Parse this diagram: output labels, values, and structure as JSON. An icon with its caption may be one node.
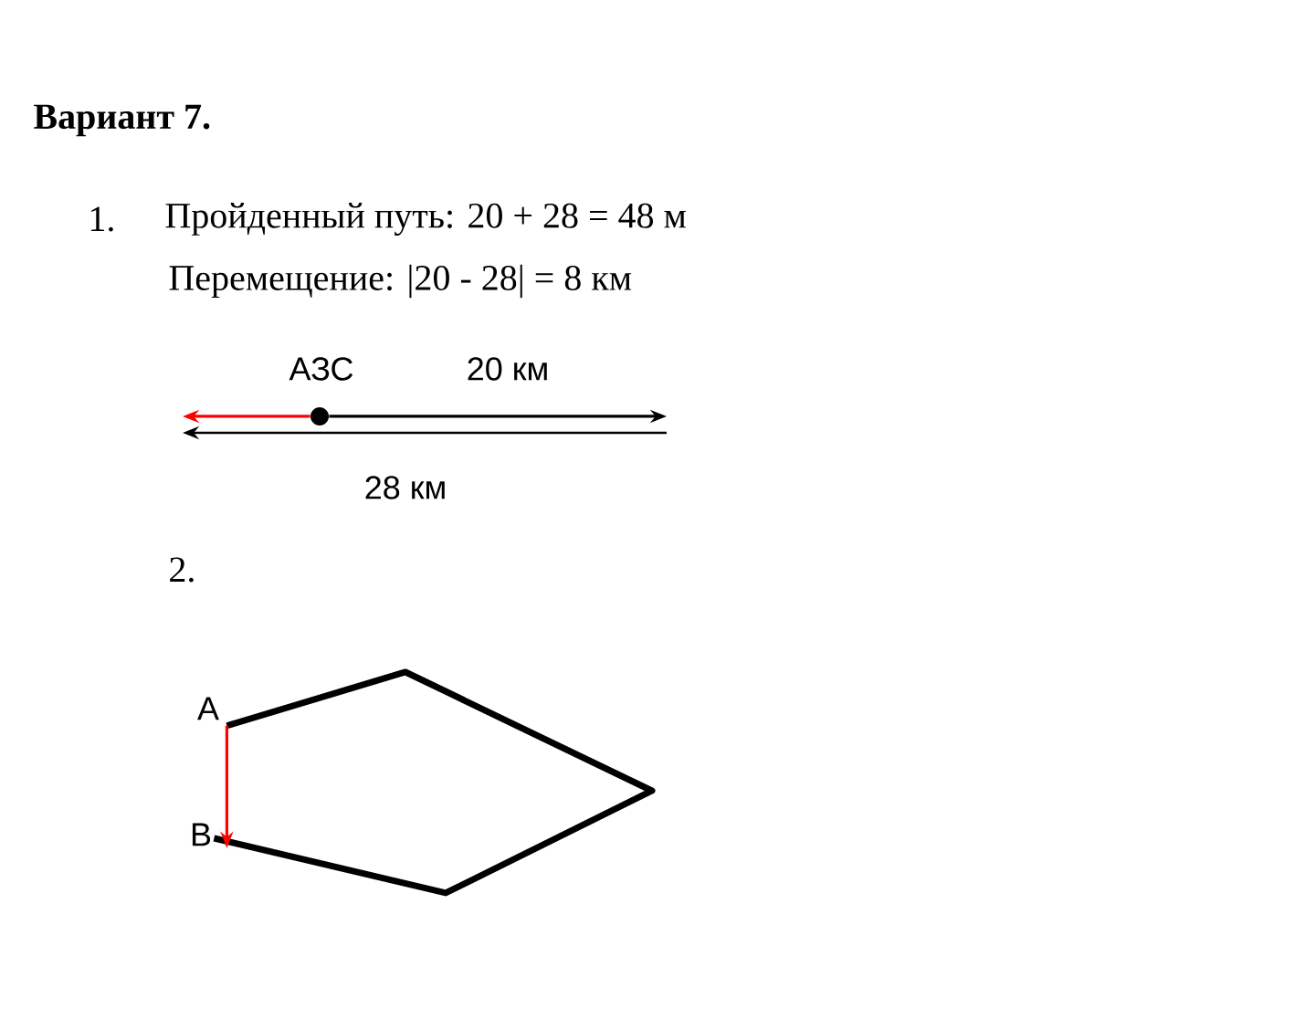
{
  "diagram": {
    "title": "Вариант 7.",
    "nodes": [
      {
        "text": [],
        "shape": "circle",
        "beside": [
          "АЗС"
        ]
      },
      {
        "text": [
          "A"
        ]
      },
      {
        "text": [
          "B"
        ]
      }
    ],
    "edges": [
      {
        "from": 0,
        "to": null,
        "arrow": "to",
        "label": "20 км"
      },
      {
        "from": 0,
        "to": null,
        "arrow": "to",
        "color": "#ff0000"
      },
      {
        "from": 1,
        "to": 2,
        "arrow": "none",
        "style": "thick"
      },
      {
        "from": 1,
        "to": 2,
        "arrow": "to",
        "color": "#ff0000"
      }
    ],
    "labels": [
      "1.",
      "Пройденный путь: 20 + 28 = 48 м",
      "Перемещение: |20 - 28| = 8 км",
      "28 км",
      "2."
    ]
  }
}
